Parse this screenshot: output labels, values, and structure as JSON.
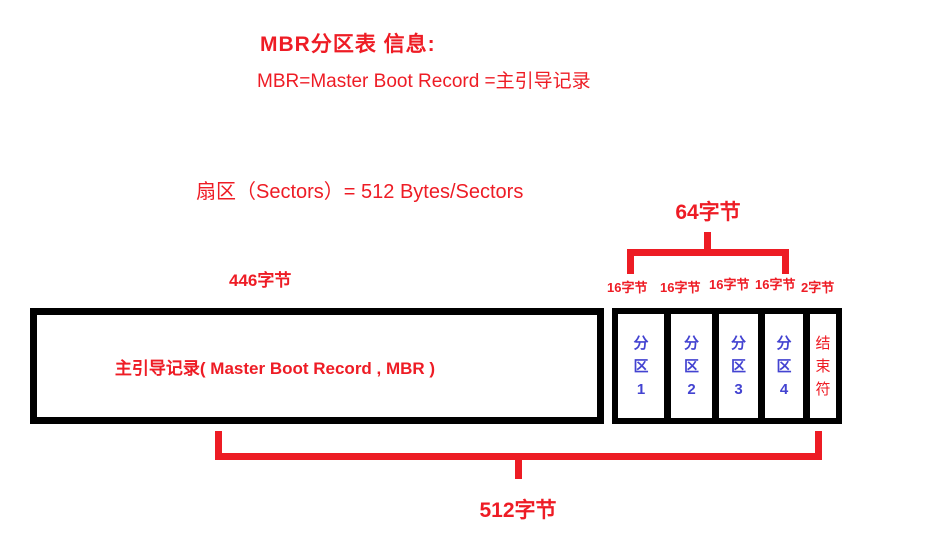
{
  "colors": {
    "text_red": "#ee1c25",
    "bracket_red": "#ed1c24",
    "partition_blue": "#4343d1",
    "border_black": "#000000",
    "background": "#ffffff"
  },
  "header": {
    "title": "MBR分区表 信息:",
    "subtitle": "MBR=Master Boot Record =主引导记录",
    "sector_line": "扇区（Sectors）= 512 Bytes/Sectors"
  },
  "diagram": {
    "top_bracket_label": "64字节",
    "byte_labels": [
      "16字节",
      "16字节",
      "16字节",
      "16字节",
      "2字节"
    ],
    "left_label": "446字节",
    "main_box_label": "主引导记录( Master Boot Record , MBR )",
    "cells": [
      {
        "chars": [
          "分",
          "区",
          "1"
        ]
      },
      {
        "chars": [
          "分",
          "区",
          "2"
        ]
      },
      {
        "chars": [
          "分",
          "区",
          "3"
        ]
      },
      {
        "chars": [
          "分",
          "区",
          "4"
        ]
      },
      {
        "chars": [
          "结",
          "束",
          "符"
        ]
      }
    ],
    "bottom_bracket_label": "512字节"
  }
}
